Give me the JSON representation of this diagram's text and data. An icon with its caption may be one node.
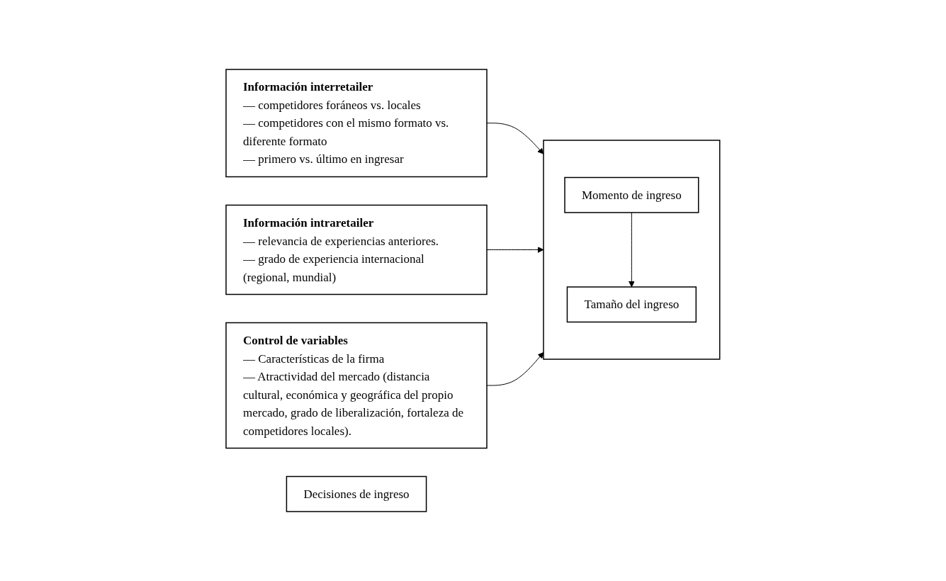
{
  "diagram": {
    "nodes": [
      {
        "text": [
          "Información interretailer",
          "— competidores foráneos vs. locales",
          "— competidores con el mismo formato vs. diferente formato",
          "— primero vs. último en ingresar"
        ]
      },
      {
        "text": [
          "Información intraretailer",
          "— relevancia de experiencias anteriores.",
          "— grado de experiencia internacional (regional, mundial)"
        ]
      },
      {
        "text": [
          "Control de variables",
          "— Características de la firma",
          "— Atractividad del mercado (distancia cultural, económica y geográfica del propio mercado, grado de liberalización, fortaleza de competidores locales)."
        ]
      },
      {
        "text": [
          "Decisiones de ingreso"
        ]
      },
      {
        "text": [],
        "shape": "box"
      },
      {
        "text": [
          "Momento de ingreso"
        ],
        "in": 4
      },
      {
        "text": [
          "Tamaño del ingreso"
        ],
        "in": 4
      }
    ],
    "edges": [
      {
        "from": 0,
        "to": 4,
        "arrow": "to"
      },
      {
        "from": 1,
        "to": 4,
        "arrow": "to"
      },
      {
        "from": 2,
        "to": 4,
        "arrow": "to"
      },
      {
        "from": 5,
        "to": 6,
        "arrow": "to"
      }
    ]
  }
}
